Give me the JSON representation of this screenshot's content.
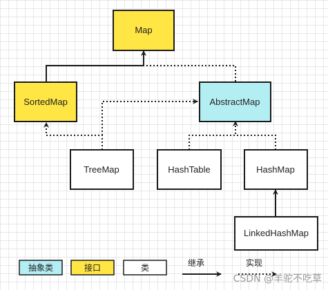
{
  "nodes": {
    "map": {
      "label": "Map",
      "kind": "interface"
    },
    "sortedmap": {
      "label": "SortedMap",
      "kind": "interface"
    },
    "abstractmap": {
      "label": "AbstractMap",
      "kind": "abstract"
    },
    "treemap": {
      "label": "TreeMap",
      "kind": "class"
    },
    "hashtable": {
      "label": "HashTable",
      "kind": "class"
    },
    "hashmap": {
      "label": "HashMap",
      "kind": "class"
    },
    "linkedhashmap": {
      "label": "LinkedHashMap",
      "kind": "class"
    }
  },
  "legend": {
    "abstract_label": "抽象类",
    "interface_label": "接口",
    "class_label": "类",
    "inherit_label": "继承",
    "implement_label": "实现"
  },
  "watermark": "CSDN @羊驼不吃草",
  "colors": {
    "interface": "#ffe645",
    "abstract": "#b3eef3",
    "class": "#ffffff",
    "border": "#1a1a1a"
  }
}
